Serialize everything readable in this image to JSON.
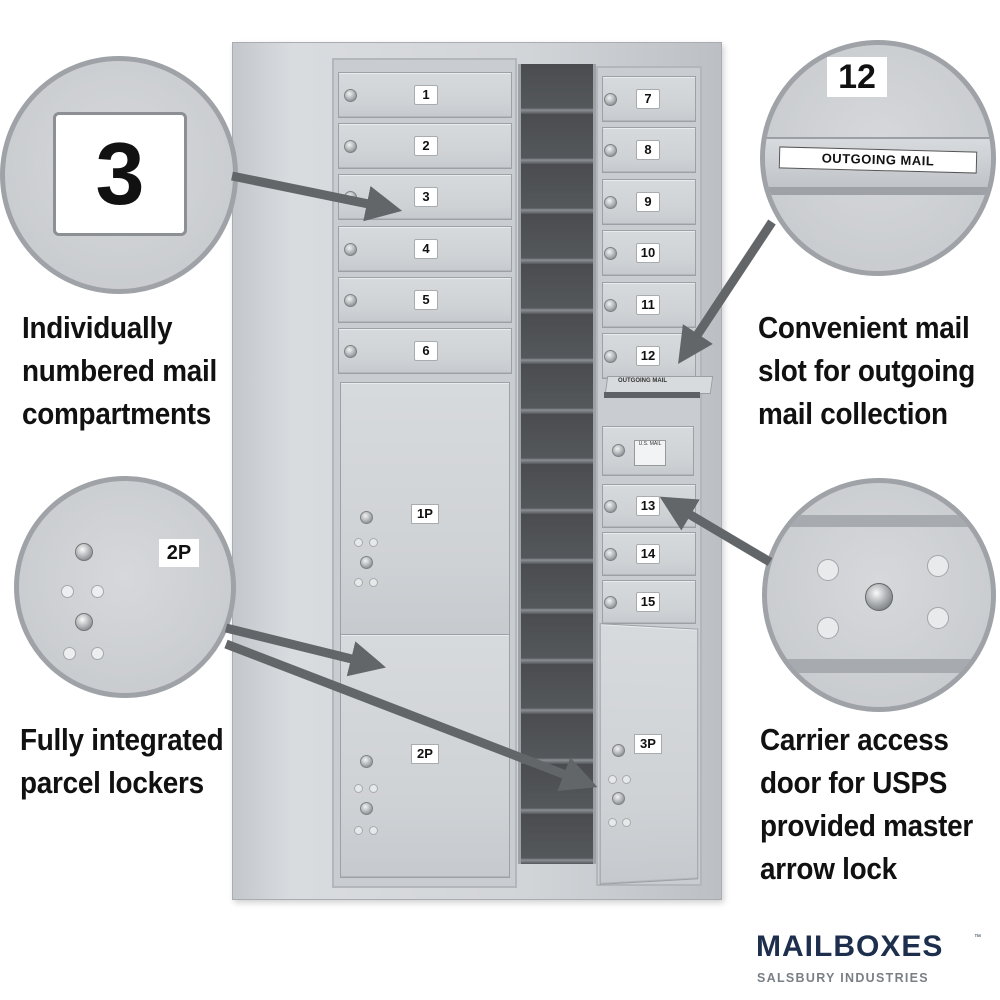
{
  "mailbox": {
    "left_doors": [
      "1",
      "2",
      "3",
      "4",
      "5",
      "6"
    ],
    "right_doors": [
      "7",
      "8",
      "9",
      "10",
      "11",
      "12"
    ],
    "lower_right_doors": [
      "13",
      "14",
      "15"
    ],
    "parcel_lockers": [
      "1P",
      "2P",
      "3P"
    ],
    "outgoing_slot_label": "OUTGOING MAIL",
    "carrier_door_label": "U.S. MAIL"
  },
  "callouts": {
    "top_left": {
      "detail_number": "3",
      "caption_lines": [
        "Individually",
        "numbered mail",
        "compartments"
      ]
    },
    "top_right": {
      "detail_number": "12",
      "slot_label": "OUTGOING MAIL",
      "caption_lines": [
        "Convenient mail",
        "slot for outgoing",
        "mail collection"
      ]
    },
    "bottom_left": {
      "detail_number": "2P",
      "caption_lines": [
        "Fully integrated",
        "parcel lockers"
      ]
    },
    "bottom_right": {
      "caption_lines": [
        "Carrier access",
        "door for USPS",
        "provided master",
        "arrow lock"
      ]
    }
  },
  "logo": {
    "name": "MAILBOXES",
    "trademark": "™",
    "tagline": "SALSBURY INDUSTRIES"
  },
  "colors": {
    "arrow": "#636669",
    "logo_blue": "#1d2f4c",
    "logo_gray": "#7a7f86",
    "aluminum": "#cfd2d5"
  },
  "icons": {
    "lock": "lock-icon",
    "arrow": "arrow-icon"
  }
}
